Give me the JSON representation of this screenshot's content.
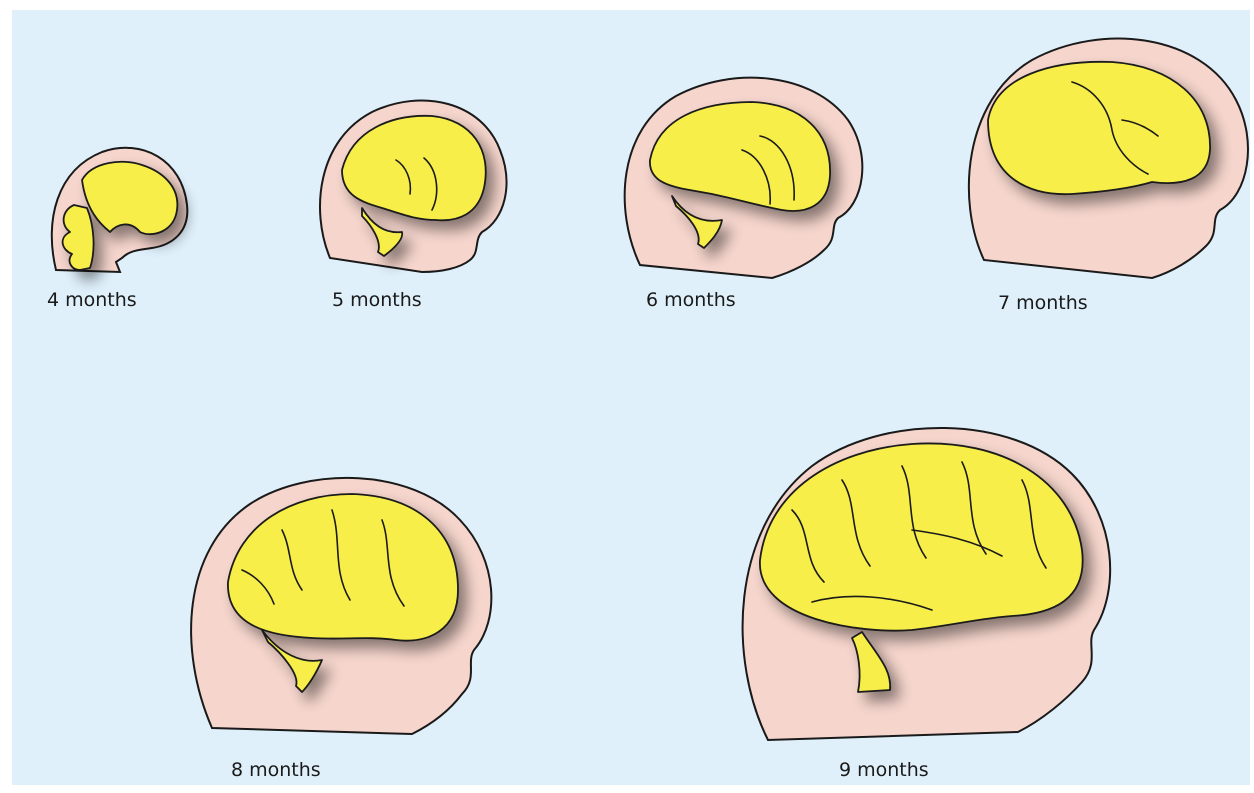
{
  "colors": {
    "background": "#dff0fb",
    "skin": "#f5d5cc",
    "brain": "#f7ee4a",
    "outline": "#1a1a1a"
  },
  "stages": [
    {
      "label": "4 months"
    },
    {
      "label": "5 months"
    },
    {
      "label": "6 months"
    },
    {
      "label": "7 months"
    },
    {
      "label": "8 months"
    },
    {
      "label": "9 months"
    }
  ]
}
